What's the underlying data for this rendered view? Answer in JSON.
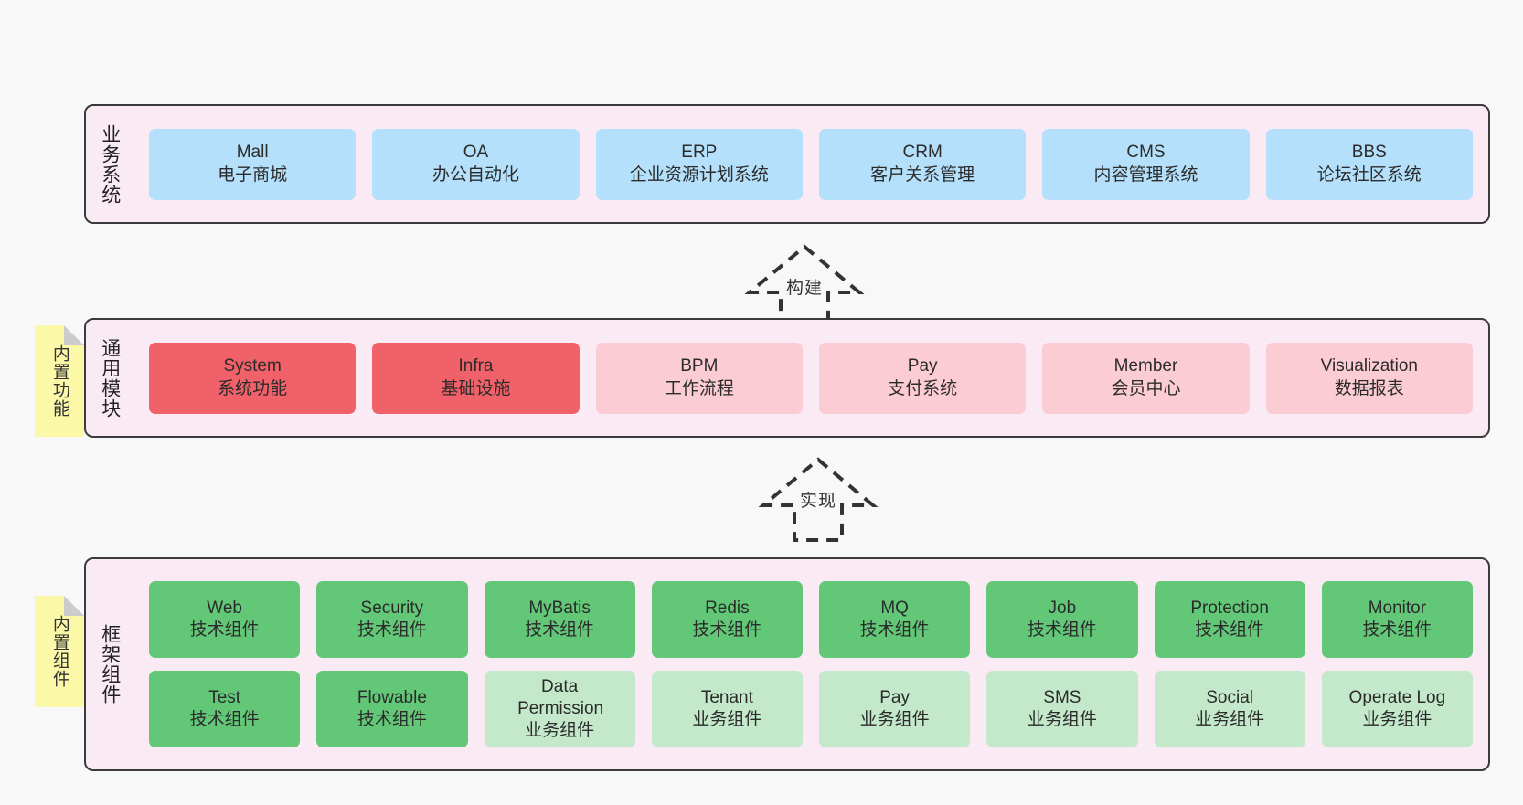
{
  "diagram": {
    "background_color": "#f8f8f8",
    "layer_fill": "#faeaf4",
    "layer_border": "#3b3b3b",
    "sticky_color": "#fbf8a8",
    "colors": {
      "blue": "#b5e0fb",
      "red": "#f1616a",
      "pink": "#fbccd4",
      "green": "#62c878",
      "lightgreen": "#c3e9ca"
    }
  },
  "layers": [
    {
      "title": "业务系统",
      "rows": [
        {
          "nodes": [
            {
              "en": "Mall",
              "cn": "电子商城",
              "color": "blue"
            },
            {
              "en": "OA",
              "cn": "办公自动化",
              "color": "blue"
            },
            {
              "en": "ERP",
              "cn": "企业资源计划系统",
              "color": "blue"
            },
            {
              "en": "CRM",
              "cn": "客户关系管理",
              "color": "blue"
            },
            {
              "en": "CMS",
              "cn": "内容管理系统",
              "color": "blue"
            },
            {
              "en": "BBS",
              "cn": "论坛社区系统",
              "color": "blue"
            }
          ]
        }
      ]
    },
    {
      "title": "通用模块",
      "sticky": "内置功能",
      "rows": [
        {
          "nodes": [
            {
              "en": "System",
              "cn": "系统功能",
              "color": "red"
            },
            {
              "en": "Infra",
              "cn": "基础设施",
              "color": "red"
            },
            {
              "en": "BPM",
              "cn": "工作流程",
              "color": "pink"
            },
            {
              "en": "Pay",
              "cn": "支付系统",
              "color": "pink"
            },
            {
              "en": "Member",
              "cn": "会员中心",
              "color": "pink"
            },
            {
              "en": "Visualization",
              "cn": "数据报表",
              "color": "pink"
            }
          ]
        }
      ]
    },
    {
      "title": "框架组件",
      "sticky": "内置组件",
      "rows": [
        {
          "nodes": [
            {
              "en": "Web",
              "cn": "技术组件",
              "color": "green"
            },
            {
              "en": "Security",
              "cn": "技术组件",
              "color": "green"
            },
            {
              "en": "MyBatis",
              "cn": "技术组件",
              "color": "green"
            },
            {
              "en": "Redis",
              "cn": "技术组件",
              "color": "green"
            },
            {
              "en": "MQ",
              "cn": "技术组件",
              "color": "green"
            },
            {
              "en": "Job",
              "cn": "技术组件",
              "color": "green"
            },
            {
              "en": "Protection",
              "cn": "技术组件",
              "color": "green"
            },
            {
              "en": "Monitor",
              "cn": "技术组件",
              "color": "green"
            }
          ]
        },
        {
          "nodes": [
            {
              "en": "Test",
              "cn": "技术组件",
              "color": "green"
            },
            {
              "en": "Flowable",
              "cn": "技术组件",
              "color": "green"
            },
            {
              "en": "Data Permission",
              "cn": "业务组件",
              "color": "lightgreen"
            },
            {
              "en": "Tenant",
              "cn": "业务组件",
              "color": "lightgreen"
            },
            {
              "en": "Pay",
              "cn": "业务组件",
              "color": "lightgreen"
            },
            {
              "en": "SMS",
              "cn": "业务组件",
              "color": "lightgreen"
            },
            {
              "en": "Social",
              "cn": "业务组件",
              "color": "lightgreen"
            },
            {
              "en": "Operate Log",
              "cn": "业务组件",
              "color": "lightgreen"
            }
          ]
        }
      ]
    }
  ],
  "connectors": [
    {
      "label": "构建",
      "direction": "up"
    },
    {
      "label": "实现",
      "direction": "up"
    }
  ]
}
